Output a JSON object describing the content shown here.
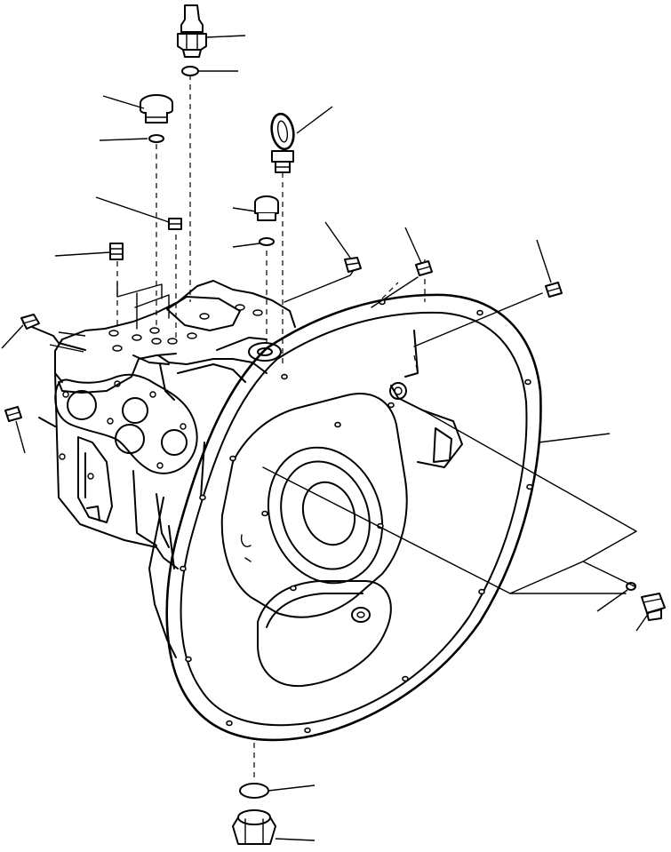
{
  "diagram": {
    "type": "exploded-parts-diagram",
    "labels": [],
    "colors": {
      "line": "#000000",
      "background": "#ffffff"
    },
    "parts": [
      "fitting-top",
      "o-ring-top",
      "plug-left",
      "o-ring-left",
      "eyebolt",
      "plug-center",
      "o-ring-center",
      "small-plug-a",
      "small-plug-b",
      "small-plug-c",
      "small-plug-d",
      "small-plug-e",
      "small-plug-f",
      "small-plug-g",
      "housing-body",
      "flywheel-housing",
      "o-ring-right",
      "plug-right",
      "o-ring-bottom",
      "drain-plug-bottom"
    ]
  }
}
